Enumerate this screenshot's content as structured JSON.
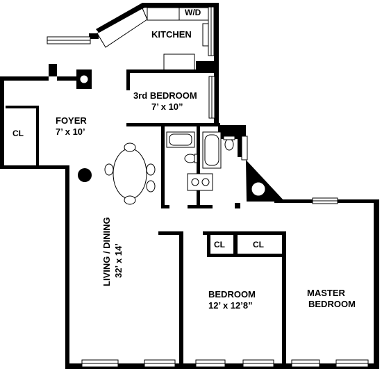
{
  "rooms": {
    "kitchen": {
      "name": "KITCHEN"
    },
    "washer_dryer": {
      "name": "W/D"
    },
    "third_bedroom": {
      "name": "3rd BEDROOM",
      "size": "7’ x 10”"
    },
    "foyer": {
      "name": "FOYER",
      "size": "7’ x 10’"
    },
    "foyer_closet": {
      "name": "CL"
    },
    "living_dining": {
      "name": "LIVING / DINING",
      "size": "32’ x 14’"
    },
    "closet_1": {
      "name": "CL"
    },
    "closet_2": {
      "name": "CL"
    },
    "bedroom": {
      "name": "BEDROOM",
      "size": "12’ x 12’8”"
    },
    "master_bedroom": {
      "name": "MASTER",
      "name_line2": "BEDROOM"
    }
  }
}
